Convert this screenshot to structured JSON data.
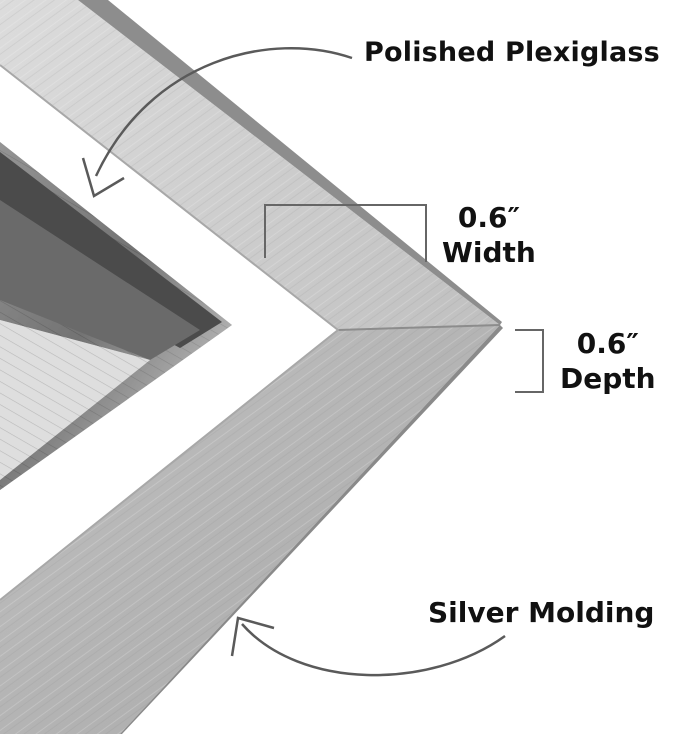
{
  "callouts": {
    "plexiglass": "Polished Plexiglass",
    "width_value": "0.6″",
    "width_label": "Width",
    "depth_value": "0.6″",
    "depth_label": "Depth",
    "molding": "Silver Molding"
  },
  "colors": {
    "frame_light": "#d6d6d6",
    "frame_mid": "#bdbdbd",
    "frame_dark": "#9a9a9a",
    "mat": "#ffffff",
    "arrow": "#5a5a5a",
    "text": "#111111"
  },
  "icons": {
    "plexiglass_arrow": "curved-arrow-down-left-icon",
    "molding_arrow": "curved-arrow-up-left-icon",
    "width_bracket": "dimension-bracket-icon",
    "depth_bracket": "dimension-bracket-icon"
  }
}
